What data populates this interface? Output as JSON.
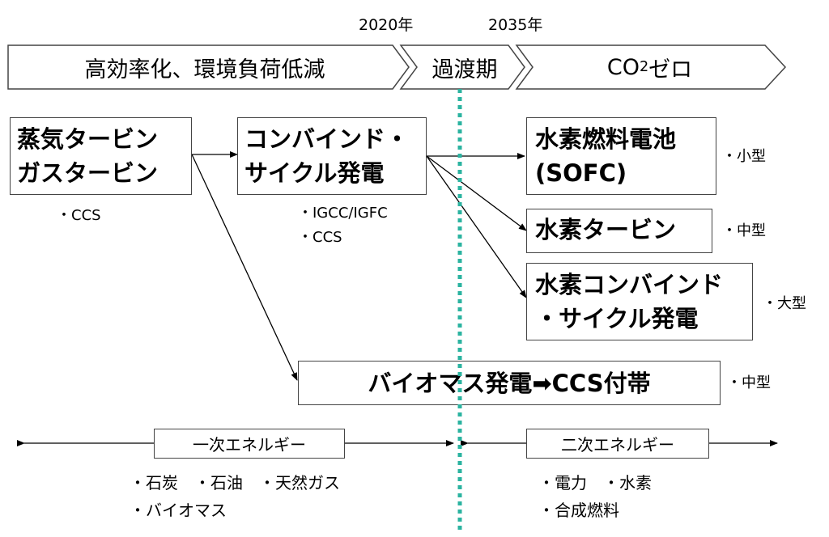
{
  "years": {
    "y2020": "2020年",
    "y2035": "2035年"
  },
  "phases": {
    "phase1": "高効率化、環境負荷低減",
    "phase2": "過渡期",
    "phase3_prefix": "CO",
    "phase3_sub": "2",
    "phase3_suffix": "ゼロ"
  },
  "nodes": {
    "steam_gas": {
      "line1": "蒸気タービン",
      "line2": "ガスタービン",
      "note": "・CCS"
    },
    "combined": {
      "line1": "コンバインド・",
      "line2": "サイクル発電",
      "note1": "・IGCC/IGFC",
      "note2": "・CCS"
    },
    "sofc": {
      "line1": "水素燃料電池",
      "line2": "(SOFC)",
      "size": "・小型"
    },
    "h2_turbine": {
      "line1": "水素タービン",
      "size": "・中型"
    },
    "h2_combined": {
      "line1": "水素コンバインド",
      "line2": "・サイクル発電",
      "size": "・大型"
    },
    "biomass": {
      "line1": "バイオマス発電➡CCS付帯",
      "size": "・中型"
    }
  },
  "energy": {
    "primary": {
      "label": "一次エネルギー",
      "items1": "・石炭　・石油　・天然ガス",
      "items2": "・バイオマス"
    },
    "secondary": {
      "label": "二次エネルギー",
      "items1": "・電力　・水素",
      "items2": "・合成燃料"
    }
  },
  "colors": {
    "divider": "#2bb3a0",
    "stroke": "#444444",
    "arrow": "#000000"
  }
}
